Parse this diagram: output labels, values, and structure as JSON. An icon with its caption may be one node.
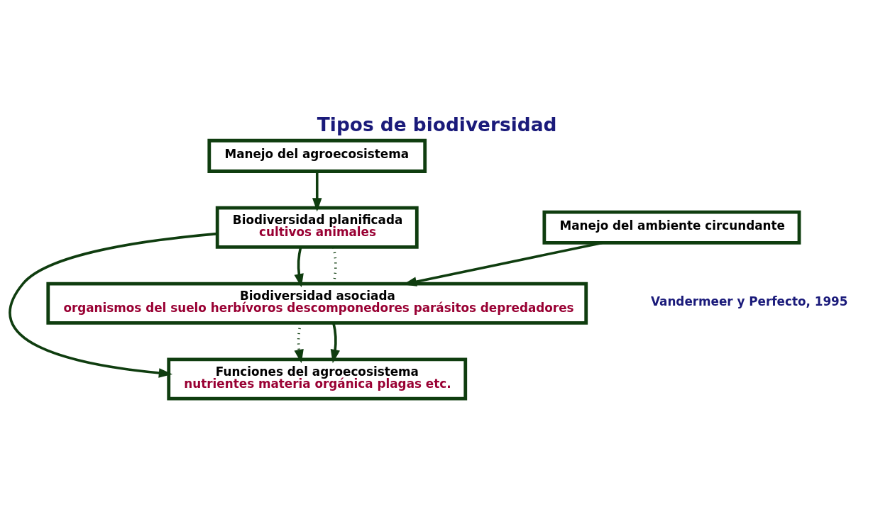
{
  "diagram": {
    "title": "Tipos de biodiversidad",
    "nodes": [
      {
        "text": [
          "Manejo del agroecosistema"
        ]
      },
      {
        "text": [
          "Biodiversidad planificada",
          "cultivos animales"
        ]
      },
      {
        "text": [
          "Funciones del agroecosistema",
          "nutrientes materia orgánica plagas etc."
        ]
      },
      {
        "text": [
          "Biodiversidad asociada",
          "organismos del suelo herbívoros descomponedores parásitos depredadores"
        ]
      },
      {
        "text": [
          "Manejo del ambiente circundante"
        ]
      }
    ],
    "edges": [
      {
        "from": 0,
        "to": 1,
        "arrow": "to"
      },
      {
        "from": 1,
        "to": 2,
        "arrow": "to"
      },
      {
        "from": 1,
        "to": 3,
        "arrow": "to"
      },
      {
        "from": 1,
        "to": 3,
        "arrow": "none",
        "style": "dashed"
      },
      {
        "from": 3,
        "to": 2,
        "arrow": "to",
        "style": "dashed"
      },
      {
        "from": 3,
        "to": 2,
        "arrow": "to"
      },
      {
        "from": 4,
        "to": 3,
        "arrow": "to"
      }
    ],
    "labels": [
      "Vandermeer y Perfecto, 1995"
    ]
  }
}
